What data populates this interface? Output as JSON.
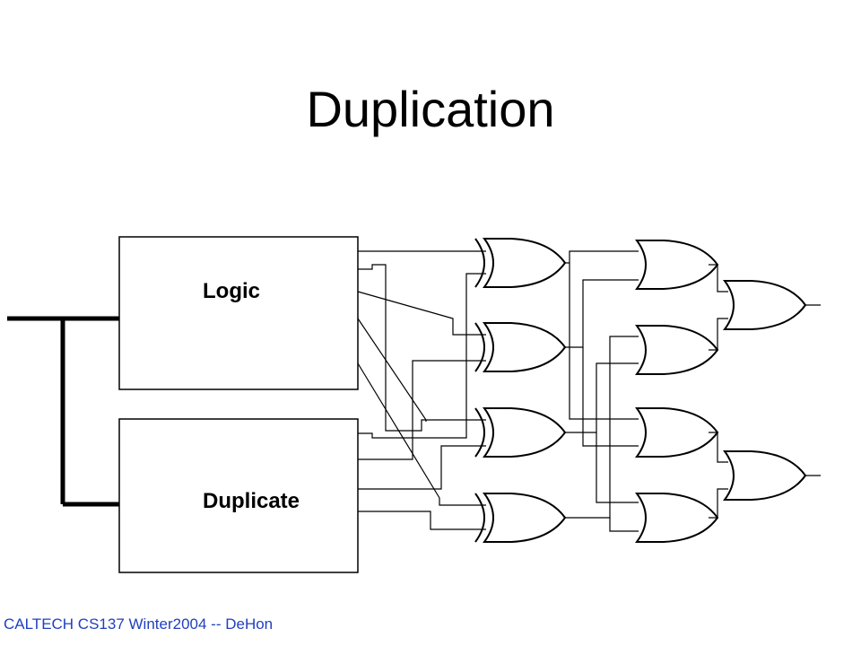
{
  "slide": {
    "title": "Duplication",
    "footer": "CALTECH CS137 Winter2004 -- DeHon"
  },
  "diagram": {
    "blocks": {
      "logic": "Logic",
      "duplicate": "Duplicate"
    },
    "gates": {
      "xor_count": 4,
      "or_stage1_count": 4,
      "or_stage2_count": 2
    }
  },
  "colors": {
    "background": "#ffffff",
    "ink": "#000000",
    "footer": "#1f3fbf"
  }
}
